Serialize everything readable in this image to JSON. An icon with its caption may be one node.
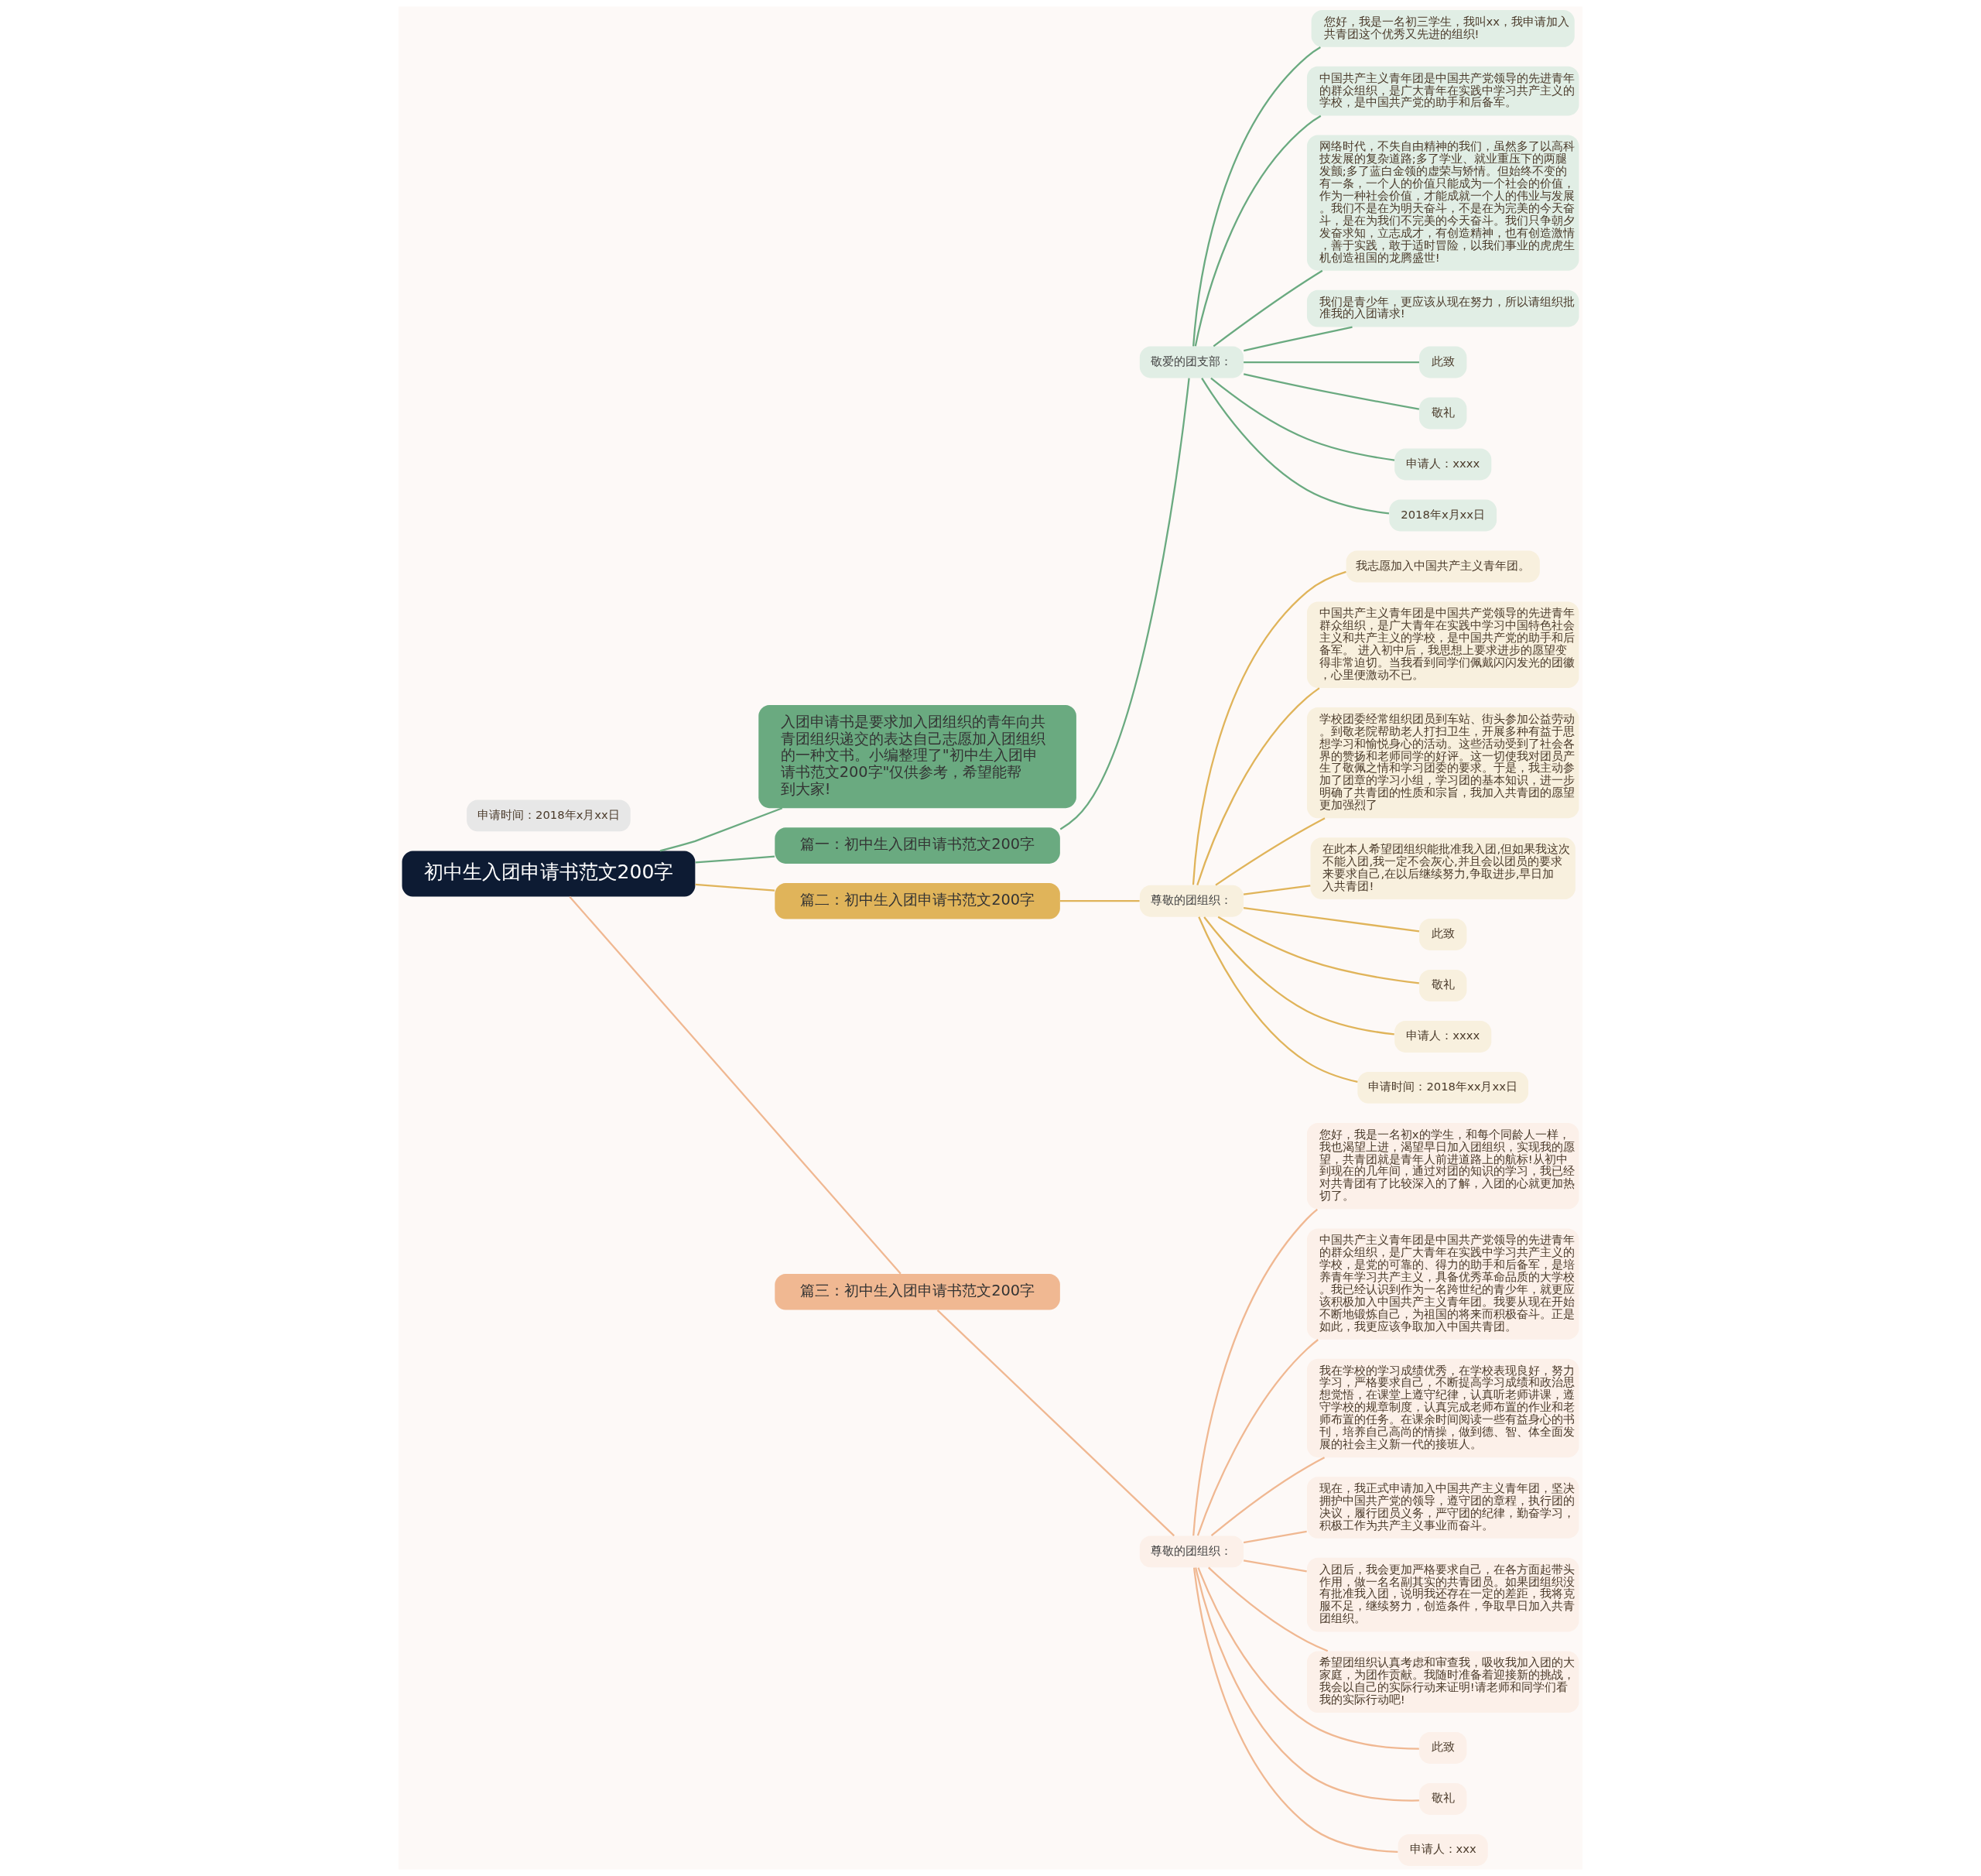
{
  "diagram": {
    "nodes": [
      {
        "text": [
          "初中生入团申请书范文200字"
        ]
      },
      {
        "text": [
          "入团申请书是要求加入团组织的青年向共青团组织递交的表达自己志愿加入团组织的一种文书。小编整理了\"初中生入团申请书范文200字\"仅供参考，希望能帮到大家!"
        ]
      },
      {
        "text": [
          "篇一：初中生入团申请书范文200字"
        ]
      },
      {
        "text": [
          "敬爱的团支部："
        ]
      },
      {
        "text": [
          "您好，我是一名初三学生，我叫xx，我申请加入共青团这个优秀又先进的组织!"
        ]
      },
      {
        "text": [
          "中国共产主义青年团是中国共产党领导的先进青年的群众组织，是广大青年在实践中学习共产主义的学校，是中国共产党的助手和后备军。"
        ]
      },
      {
        "text": [
          "网络时代，不失自由精神的我们，虽然多了以高科技发展的复杂道路;多了学业、就业重压下的两腿发颤;多了蓝白金领的虚荣与矫情。但始终不变的有一条，一个人的价值只能成为一个社会的价值，作为一种社会价值，才能成就一个人的伟业与发展。我们不是在为明天奋斗，不是在为完美的今天奋斗，是在为我们不完美的今天奋斗。我们只争朝夕发奋求知，立志成才，有创造精神，也有创造激情，善于实践，敢于适时冒险，以我们事业的虎虎生机创造祖国的龙腾盛世!"
        ]
      },
      {
        "text": [
          "我们是青少年，更应该从现在努力，所以请组织批准我的入团请求!"
        ]
      },
      {
        "text": [
          "此致"
        ]
      },
      {
        "text": [
          "敬礼"
        ]
      },
      {
        "text": [
          "申请人：xxxx"
        ]
      },
      {
        "text": [
          "2018年x月xx日"
        ]
      },
      {
        "text": [
          "篇二：初中生入团申请书范文200字"
        ]
      },
      {
        "text": [
          "尊敬的团组织："
        ]
      },
      {
        "text": [
          "我志愿加入中国共产主义青年团。"
        ]
      },
      {
        "text": [
          "中国共产主义青年团是中国共产党领导的先进青年群众组织，是广大青年在实践中学习中国特色社会主义和共产主义的学校，是中国共产党的助手和后备军。 进入初中后，我思想上要求进步的愿望变得非常迫切。当我看到同学们佩戴闪闪发光的团徽，心里便激动不已。"
        ]
      },
      {
        "text": [
          "学校团委经常组织团员到车站、街头参加公益劳动。到敬老院帮助老人打扫卫生，开展多种有益于思想学习和愉悦身心的活动。这些活动受到了社会各界的赞扬和老师同学的好评。这一切使我对团员产生了敬佩之情和学习团委的要求。于是，我主动参加了团章的学习小组，学习团的基本知识，进一步明确了共青团的性质和宗旨，我加入共青团的愿望更加强烈了"
        ]
      },
      {
        "text": [
          "在此本人希望团组织能批准我入团,但如果我这次不能入团,我一定不会灰心,并且会以团员的要求来要求自己,在以后继续努力,争取进步,早日加入共青团!"
        ]
      },
      {
        "text": [
          "此致"
        ]
      },
      {
        "text": [
          "敬礼"
        ]
      },
      {
        "text": [
          "申请人：xxxx"
        ]
      },
      {
        "text": [
          "申请时间：2018年xx月xx日"
        ]
      },
      {
        "text": [
          "篇三：初中生入团申请书范文200字"
        ]
      },
      {
        "text": [
          "尊敬的团组织："
        ]
      },
      {
        "text": [
          "您好，我是一名初x的学生，和每个同龄人一样，我也渴望上进，渴望早日加入团组织，实现我的愿望，共青团就是青年人前进道路上的航标!从初中到现在的几年间，通过对团的知识的学习，我已经对共青团有了比较深入的了解，入团的心就更加热切了。"
        ]
      },
      {
        "text": [
          "中国共产主义青年团是中国共产党领导的先进青年的群众组织，是广大青年在实践中学习共产主义的学校，是党的可靠的、得力的助手和后备军，是培养青年学习共产主义，具备优秀革命品质的大学校。我已经认识到作为一名跨世纪的青少年，就更应该积极加入中国共产主义青年团。我要从现在开始不断地锻炼自己，为祖国的将来而积极奋斗。正是如此，我更应该争取加入中国共青团。"
        ]
      },
      {
        "text": [
          "我在学校的学习成绩优秀，在学校表现良好，努力学习，严格要求自己，不断提高学习成绩和政治思想觉悟，在课堂上遵守纪律，认真听老师讲课，遵守学校的规章制度，认真完成老师布置的作业和老师布置的任务。在课余时间阅读一些有益身心的书刊，培养自己高尚的情操，做到德、智、体全面发展的社会主义新一代的接班人。"
        ]
      },
      {
        "text": [
          "现在，我正式申请加入中国共产主义青年团，坚决拥护中国共产党的领导，遵守团的章程，执行团的决议，履行团员义务，严守团的纪律，勤奋学习，积极工作为共产主义事业而奋斗。"
        ]
      },
      {
        "text": [
          "入团后，我会更加严格要求自己，在各方面起带头作用，做一名名副其实的共青团员。如果团组织没有批准我入团，说明我还存在一定的差距，我将克服不足，继续努力，创造条件，争取早日加入共青团组织。"
        ]
      },
      {
        "text": [
          "希望团组织认真考虑和审查我，吸收我加入团的大家庭，为团作贡献。我随时准备着迎接新的挑战，我会以自己的实际行动来证明!请老师和同学们看我的实际行动吧!"
        ]
      },
      {
        "text": [
          "此致"
        ]
      },
      {
        "text": [
          "敬礼"
        ]
      },
      {
        "text": [
          "申请人：xxx"
        ]
      },
      {
        "text": [
          "申请时间：2018年x月xx日"
        ]
      }
    ],
    "edges": [
      {
        "from": 0,
        "to": 1,
        "arrow": "none",
        "color": "#6aaa80"
      },
      {
        "from": 0,
        "to": 2,
        "arrow": "none",
        "color": "#6aaa80"
      },
      {
        "from": 2,
        "to": 3,
        "arrow": "none",
        "color": "#6aaa80"
      },
      {
        "from": 3,
        "to": 4,
        "arrow": "none",
        "color": "#6aaa80"
      },
      {
        "from": 3,
        "to": 5,
        "arrow": "none",
        "color": "#6aaa80"
      },
      {
        "from": 3,
        "to": 6,
        "arrow": "none",
        "color": "#6aaa80"
      },
      {
        "from": 3,
        "to": 7,
        "arrow": "none",
        "color": "#6aaa80"
      },
      {
        "from": 3,
        "to": 8,
        "arrow": "none",
        "color": "#6aaa80"
      },
      {
        "from": 3,
        "to": 9,
        "arrow": "none",
        "color": "#6aaa80"
      },
      {
        "from": 3,
        "to": 10,
        "arrow": "none",
        "color": "#6aaa80"
      },
      {
        "from": 3,
        "to": 11,
        "arrow": "none",
        "color": "#6aaa80"
      },
      {
        "from": 0,
        "to": 12,
        "arrow": "none",
        "color": "#e0b45a"
      },
      {
        "from": 12,
        "to": 13,
        "arrow": "none",
        "color": "#e0b45a"
      },
      {
        "from": 13,
        "to": 14,
        "arrow": "none",
        "color": "#e0b45a"
      },
      {
        "from": 13,
        "to": 15,
        "arrow": "none",
        "color": "#e0b45a"
      },
      {
        "from": 13,
        "to": 16,
        "arrow": "none",
        "color": "#e0b45a"
      },
      {
        "from": 13,
        "to": 17,
        "arrow": "none",
        "color": "#e0b45a"
      },
      {
        "from": 13,
        "to": 18,
        "arrow": "none",
        "color": "#e0b45a"
      },
      {
        "from": 13,
        "to": 19,
        "arrow": "none",
        "color": "#e0b45a"
      },
      {
        "from": 13,
        "to": 20,
        "arrow": "none",
        "color": "#e0b45a"
      },
      {
        "from": 13,
        "to": 21,
        "arrow": "none",
        "color": "#e0b45a"
      },
      {
        "from": 0,
        "to": 22,
        "arrow": "none",
        "color": "#f0b892"
      },
      {
        "from": 22,
        "to": 23,
        "arrow": "none",
        "color": "#f0b892"
      },
      {
        "from": 23,
        "to": 24,
        "arrow": "none",
        "color": "#f0b892"
      },
      {
        "from": 23,
        "to": 25,
        "arrow": "none",
        "color": "#f0b892"
      },
      {
        "from": 23,
        "to": 26,
        "arrow": "none",
        "color": "#f0b892"
      },
      {
        "from": 23,
        "to": 27,
        "arrow": "none",
        "color": "#f0b892"
      },
      {
        "from": 23,
        "to": 28,
        "arrow": "none",
        "color": "#f0b892"
      },
      {
        "from": 23,
        "to": 29,
        "arrow": "none",
        "color": "#f0b892"
      },
      {
        "from": 23,
        "to": 30,
        "arrow": "none",
        "color": "#f0b892"
      },
      {
        "from": 23,
        "to": 31,
        "arrow": "none",
        "color": "#f0b892"
      },
      {
        "from": 23,
        "to": 32,
        "arrow": "none",
        "color": "#f0b892"
      }
    ]
  }
}
